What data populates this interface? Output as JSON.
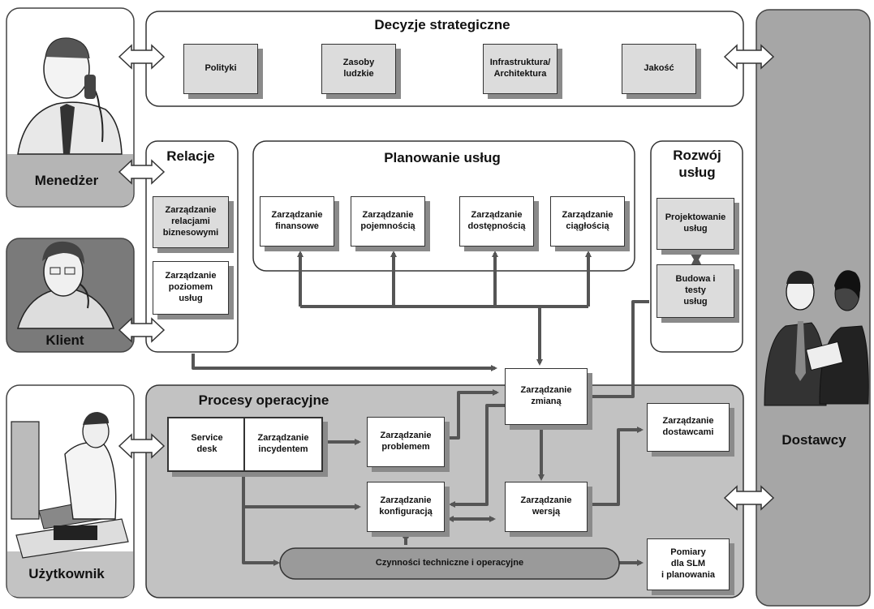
{
  "top": {
    "title": "Decyzje strategiczne",
    "items": [
      "Polityki",
      "Zasoby\nludzkie",
      "Infrastruktura/\nArchitektura",
      "Jakość"
    ]
  },
  "relacje": {
    "title": "Relacje",
    "items": [
      "Zarządzanie\nrelacjami\nbiznesowymi",
      "Zarządzanie\npoziomem\nusług"
    ]
  },
  "planowanie": {
    "title": "Planowanie usług",
    "items": [
      "Zarządzanie\nfinansowe",
      "Zarządzanie\npojemnością",
      "Zarządzanie\ndostępnością",
      "Zarządzanie\nciągłością"
    ]
  },
  "rozwoj": {
    "title": "Rozwój\nusług",
    "items": [
      "Projektowanie\nusług",
      "Budowa i\ntesty\nusług"
    ]
  },
  "actors": {
    "manager": "Menedżer",
    "client": "Klient",
    "user": "Użytkownik",
    "suppliers": "Dostawcy"
  },
  "operacyjne": {
    "title": "Procesy operacyjne",
    "service_desk": "Service\ndesk",
    "incident": "Zarządzanie\nincydentem",
    "problem": "Zarządzanie\nproblemem",
    "change": "Zarządzanie\nzmianą",
    "supplier_mgmt": "Zarządzanie\ndostawcami",
    "config": "Zarządzanie\nkonfiguracją",
    "release": "Zarządzanie\nwersją",
    "tech_ops": "Czynności techniczne i operacyjne",
    "measure": "Pomiary\ndla SLM\ni planowania"
  }
}
